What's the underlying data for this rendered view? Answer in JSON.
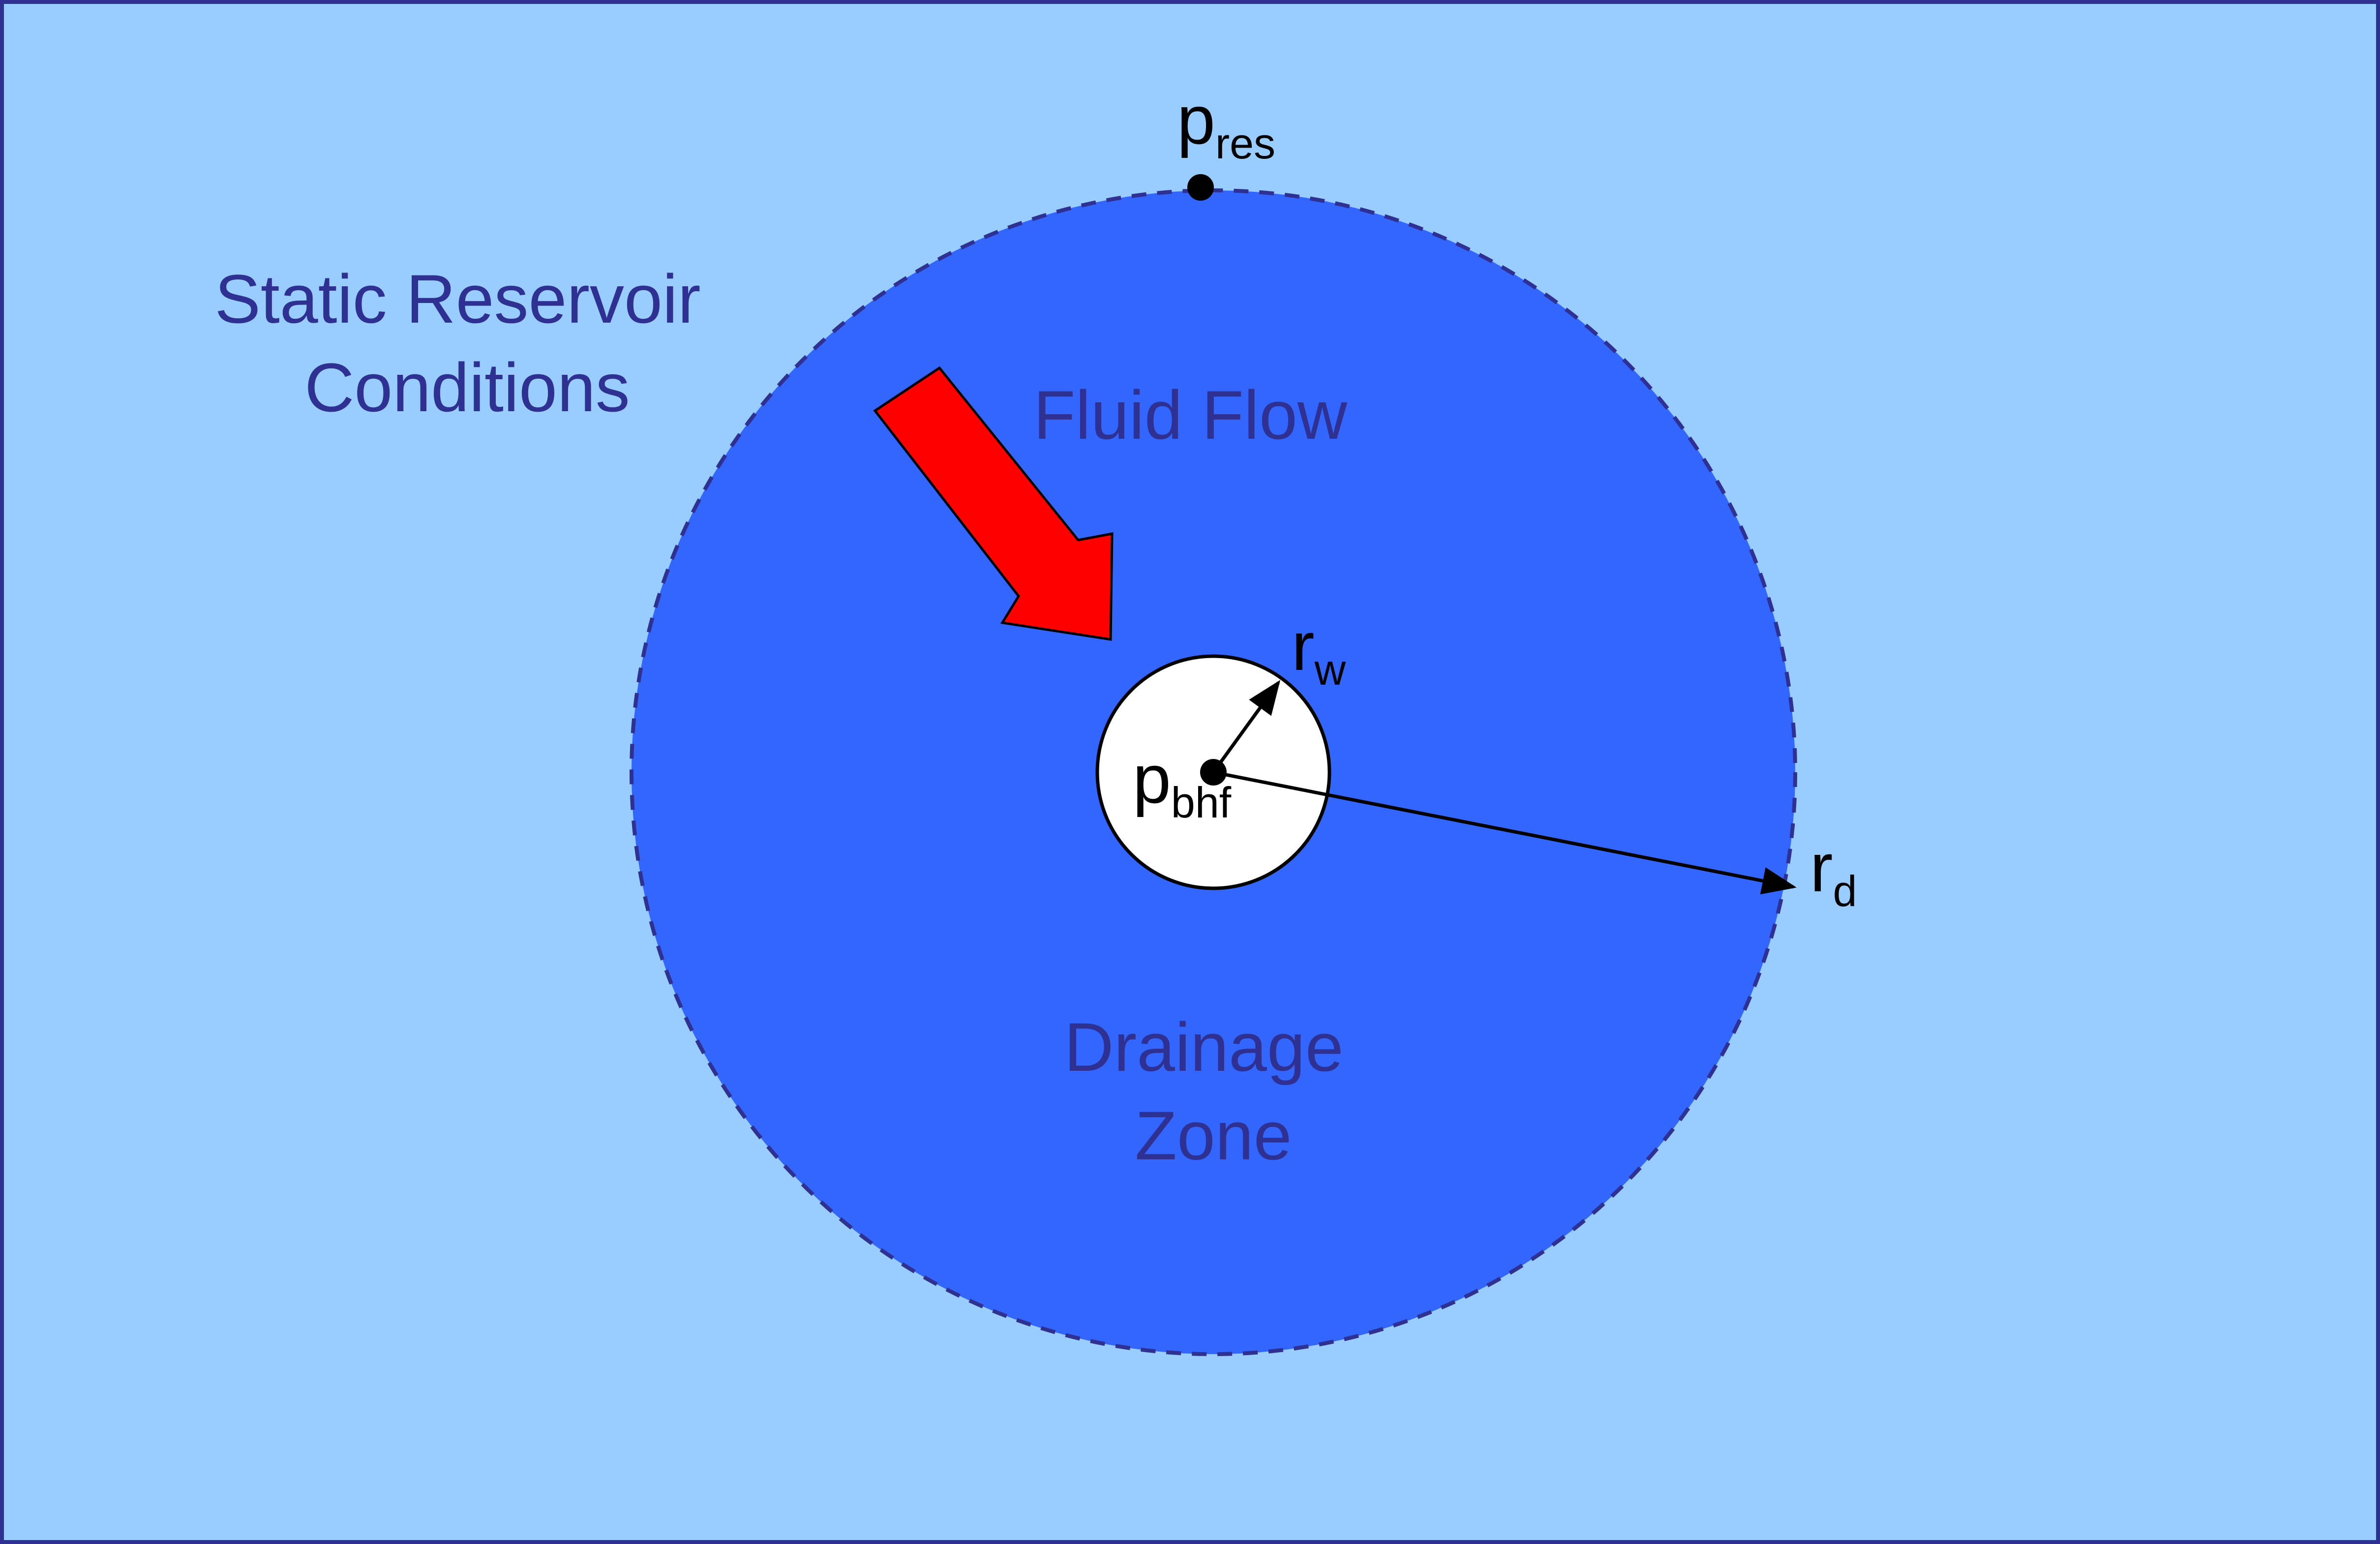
{
  "colors": {
    "background": "#99ccff",
    "border": "#2e3192",
    "drainage_zone": "#3366ff",
    "drainage_boundary": "#2e3192",
    "wellbore": "#ffffff",
    "flow_arrow": "#ff0000",
    "label_navy": "#2e3192",
    "label_black": "#000000"
  },
  "labels": {
    "static_line1": "Static Reservoir",
    "static_line2": "Conditions",
    "fluid_flow": "Fluid Flow",
    "drainage_line1": "Drainage",
    "drainage_line2": "Zone",
    "p_res_base": "p",
    "p_res_sub": "res",
    "p_bhf_base": "p",
    "p_bhf_sub": "bhf",
    "r_w_base": "r",
    "r_w_sub": "w",
    "r_d_base": "r",
    "r_d_sub": "d"
  },
  "icons": {
    "flow_arrow": "arrow-down-right-icon"
  }
}
